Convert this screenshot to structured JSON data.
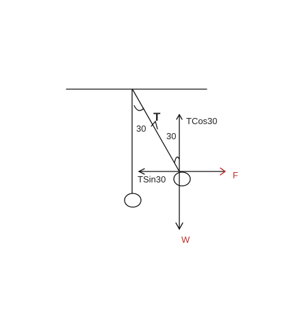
{
  "labels": {
    "angle_left": "30",
    "tension": "T",
    "angle_right": "30",
    "tcos": "TCos30",
    "tsin": "TSin30",
    "force_f": "F",
    "weight": "W"
  },
  "colors": {
    "ink": "#111111",
    "accent_red": "#c0302b",
    "background": "#ffffff"
  }
}
